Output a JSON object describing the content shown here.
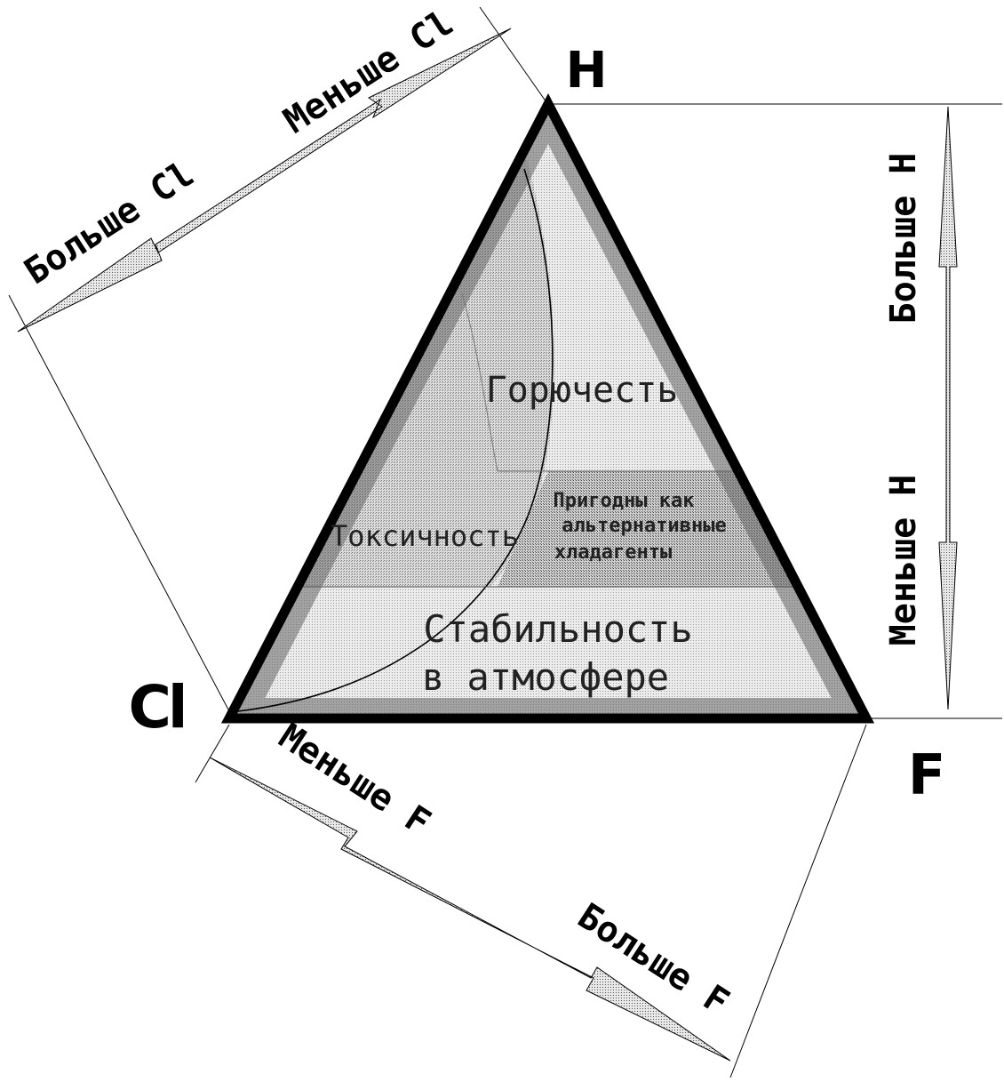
{
  "vertices": {
    "h": "H",
    "cl": "Cl",
    "f": "F"
  },
  "axes": {
    "cl_more": "Больше Cl",
    "cl_less": "Меньше Cl",
    "h_more": "Больше H",
    "h_less": "Меньше H",
    "f_less": "Меньше F",
    "f_more": "Больше F"
  },
  "regions": {
    "flammability": "Горючесть",
    "toxicity": "Токсичность",
    "suitable_line1": "Пригодны как",
    "suitable_line2": "альтернативные",
    "suitable_line3": "хладагенты",
    "stability_line1": "Стабильность",
    "stability_line2": "в атмосфере"
  },
  "colors": {
    "outline": "#000000",
    "fill_light": "#e2e2e2",
    "fill_mid": "#c9c9c9",
    "fill_dark": "#b5b5b5"
  }
}
